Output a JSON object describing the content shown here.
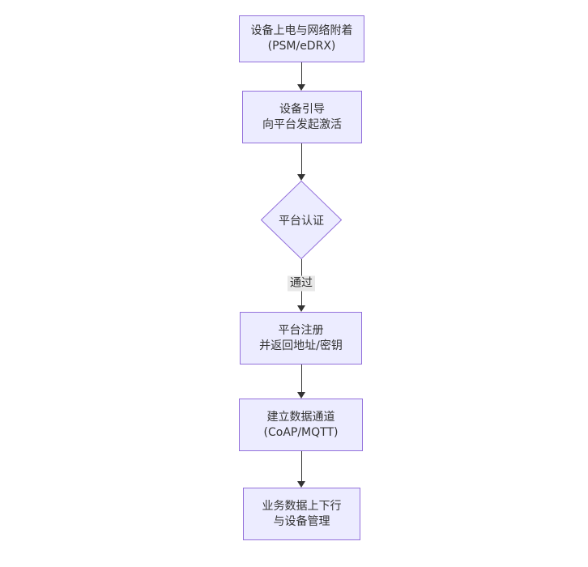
{
  "diagram": {
    "title": "device-onboarding-flowchart",
    "nodes": {
      "power": {
        "line1": "设备上电与网络附着",
        "line2": "(PSM/eDRX)"
      },
      "boot": {
        "line1": "设备引导",
        "line2": "向平台发起激活"
      },
      "auth": {
        "label": "平台认证"
      },
      "register": {
        "line1": "平台注册",
        "line2": "并返回地址/密钥"
      },
      "channel": {
        "line1": "建立数据通道",
        "line2": "(CoAP/MQTT)"
      },
      "business": {
        "line1": "业务数据上下行",
        "line2": "与设备管理"
      }
    },
    "edge": {
      "pass_label": "通过"
    }
  },
  "colors": {
    "node_fill": "#ECECFF",
    "node_border": "#9370DB",
    "line_color": "#333333",
    "text_color": "#333333",
    "edge_label_bg": "#e8e8e8",
    "canvas_bg": "#ffffff"
  }
}
